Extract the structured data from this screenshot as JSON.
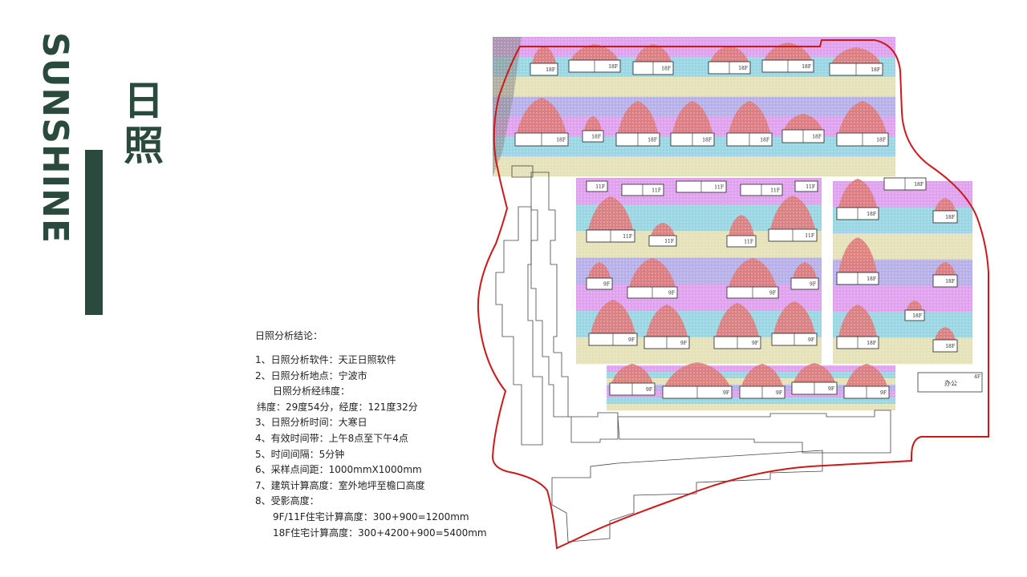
{
  "title": {
    "en": "SUNSHINE",
    "zh": "日照"
  },
  "notes": {
    "heading": "日照分析结论：",
    "lines": [
      "1、日照分析软件：天正日照软件",
      "2、日照分析地点：宁波市",
      "日照分析经纬度：",
      "纬度：29度54分，经度：121度32分",
      "3、日照分析时间：大寒日",
      "4、有效时间带：上午8点至下午4点",
      "5、时间间隔：5分钟",
      "6、采样点间距：1000mmX1000mm",
      "7、建筑计算高度：室外地坪至檐口高度",
      "8、受影高度：",
      "9F/11F住宅计算高度：300+900=1200mm",
      "18F住宅计算高度：300+4200+900=5400mm"
    ]
  },
  "plan": {
    "office_label": "办公",
    "office_floors": "4F",
    "floor_labels": [
      "18F",
      "11F",
      "9F"
    ],
    "colors": {
      "redline": "#cc1a1a",
      "shadow_red": "#e07878",
      "sun_yellow": "#f4f2a8",
      "sun_cyan": "#8ee4e0",
      "sun_pink": "#ee9cf0",
      "sun_lilac": "#b8b0ea",
      "shadow_grey": "#8c8c8c",
      "title_green": "#2a4a3e"
    }
  }
}
